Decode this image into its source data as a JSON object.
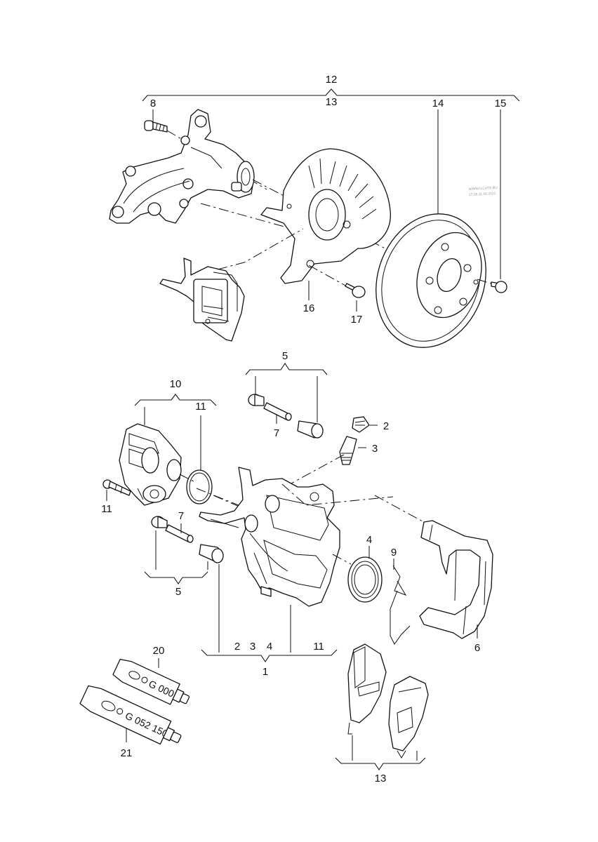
{
  "watermark": [
    "WWW.ILCATS.RU",
    "17.05.11.06.2021"
  ],
  "tube_labels": {
    "tube_20": "G 000",
    "tube_21": "G 052 150"
  },
  "callouts": {
    "c12": "12",
    "c13_top": "13",
    "c14": "14",
    "c15": "15",
    "c8": "8",
    "c16": "16",
    "c17": "17",
    "c5_top": "5",
    "c7_top": "7",
    "c2_right": "2",
    "c3_right": "3",
    "c10": "10",
    "c11_top": "11",
    "c11_left": "11",
    "c7_left": "7",
    "c5_bottom": "5",
    "c4_right": "4",
    "c9": "9",
    "c6": "6",
    "c2_bottom": "2",
    "c3_bottom": "3",
    "c4_bottom": "4",
    "c11_bottom": "11",
    "c1": "1",
    "c20": "20",
    "c21": "21",
    "c13_bottom": "13"
  }
}
